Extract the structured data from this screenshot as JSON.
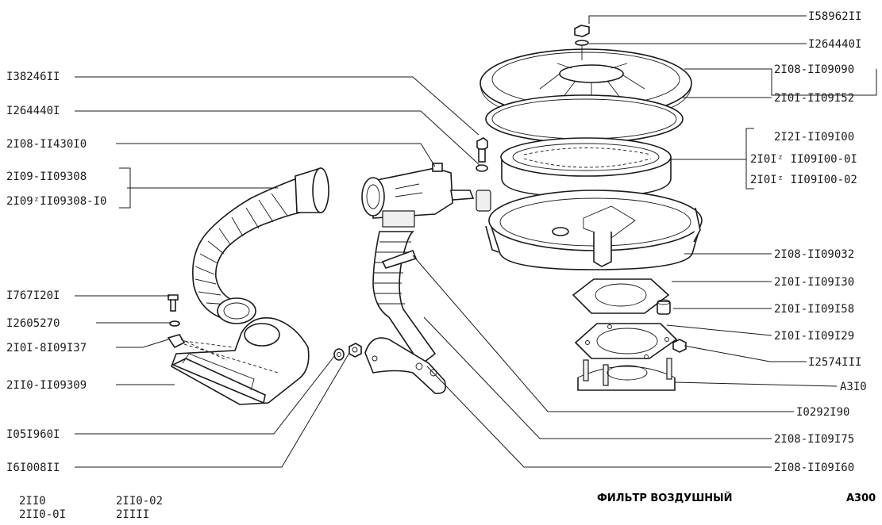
{
  "title": "ФИЛЬТР ВОЗДУШНЫЙ",
  "code": "А300",
  "models": [
    "2II0",
    "2II0-0I",
    "2II0-02",
    "2IIII"
  ],
  "labels_left": {
    "l1": "I38246II",
    "l2": "I264440I",
    "l3": "2I08-II430I0",
    "l4a": "2I09-II09308",
    "l4b": "2I09ᶻII09308-I0",
    "l5": "I767I20I",
    "l6": "I2605270",
    "l7": "2I0I-8I09I37",
    "l8": "2II0-II09309",
    "l9": "I05I960I",
    "l10": "I6I008II"
  },
  "labels_right": {
    "r1": "I58962II",
    "r2": "I264440I",
    "r3": "2I08-II09090",
    "r4": "2I0I-II09I52",
    "r5a": "2I2I-II09I00",
    "r5b": "2I0Iᶻ II09I00-0I",
    "r5c": "2I0Iᶻ II09I00-02",
    "r6": "2I08-II09032",
    "r7": "2I0I-II09I30",
    "r8": "2I0I-II09I58",
    "r9": "2I0I-II09I29",
    "r10": "I2574III",
    "r11": "А3I0",
    "r12": "I0292I90",
    "r13": "2I08-II09I75",
    "r14": "2I08-II09I60"
  }
}
